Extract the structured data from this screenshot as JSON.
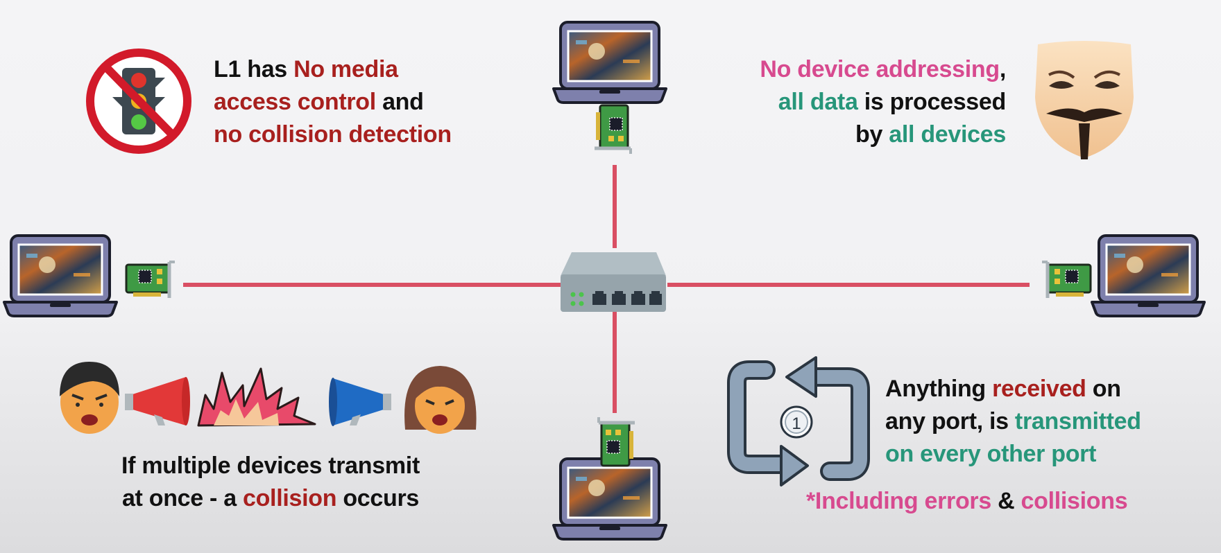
{
  "colors": {
    "red_text": "#a8201e",
    "green_text": "#27967a",
    "pink_text": "#d74a8f",
    "link_line": "#d94f63",
    "hub_body": "#98a6ad"
  },
  "icons": {
    "no_traffic_light": "no-traffic-light-icon",
    "mask": "anonymous-mask-icon",
    "laptop": "laptop-icon",
    "nic": "network-card-icon",
    "hub": "hub-icon",
    "repeat": "repeat-arrows-icon",
    "angry_man": "angry-man-icon",
    "angry_woman": "angry-woman-icon",
    "megaphone": "megaphone-icon",
    "explosion": "explosion-icon"
  },
  "top_left": {
    "l1_has": "L1 has ",
    "no_media": "No media",
    "access_control": "access control",
    "and": " and",
    "no_collision": "no collision detection"
  },
  "top_right": {
    "no_device_addressing": "No device addressing",
    "comma": ",",
    "all_data": "all data",
    "is_processed": " is processed",
    "by": "by ",
    "all_devices": "all devices"
  },
  "bottom_left": {
    "line1": "If multiple devices transmit",
    "at_once": "at once - a ",
    "collision": "collision",
    "occurs": " occurs"
  },
  "bottom_right": {
    "anything": "Anything ",
    "received": "received",
    "on": " on",
    "any_port": "any port, is ",
    "transmitted": "transmitted",
    "on_every": "on every other port",
    "including_errors": "*Including errors",
    "amp": " & ",
    "collisions": "collisions",
    "counter": "1"
  }
}
